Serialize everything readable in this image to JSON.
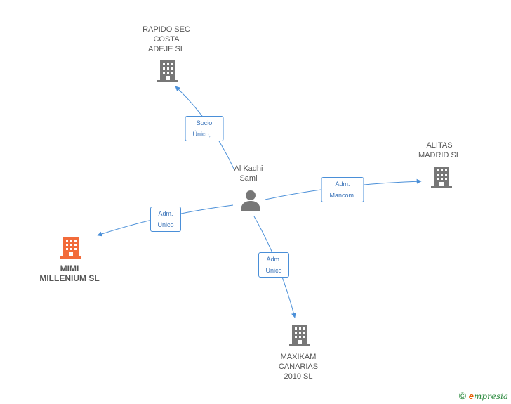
{
  "center": {
    "name": "Al Kadhi\nSami"
  },
  "companies": {
    "rapido": {
      "name": "RAPIDO SEC\nCOSTA\nADEJE SL"
    },
    "alitas": {
      "name": "ALITAS\nMADRID SL"
    },
    "mimi": {
      "name": "MIMI\nMILLENIUM SL"
    },
    "maxikam": {
      "name": "MAXIKAM\nCANARIAS\n2010 SL"
    }
  },
  "edges": {
    "rapido": "Socio\nÚnico,...",
    "alitas": "Adm.\nMancom.",
    "mimi": "Adm.\nUnico",
    "maxikam": "Adm.\nUnico"
  },
  "colors": {
    "edge": "#4a8fd8",
    "building": "#777777",
    "building_highlight": "#f26b3a",
    "person": "#777777"
  },
  "footer": {
    "symbol": "©",
    "brand_initial": "e",
    "brand_rest": "mpresia"
  }
}
